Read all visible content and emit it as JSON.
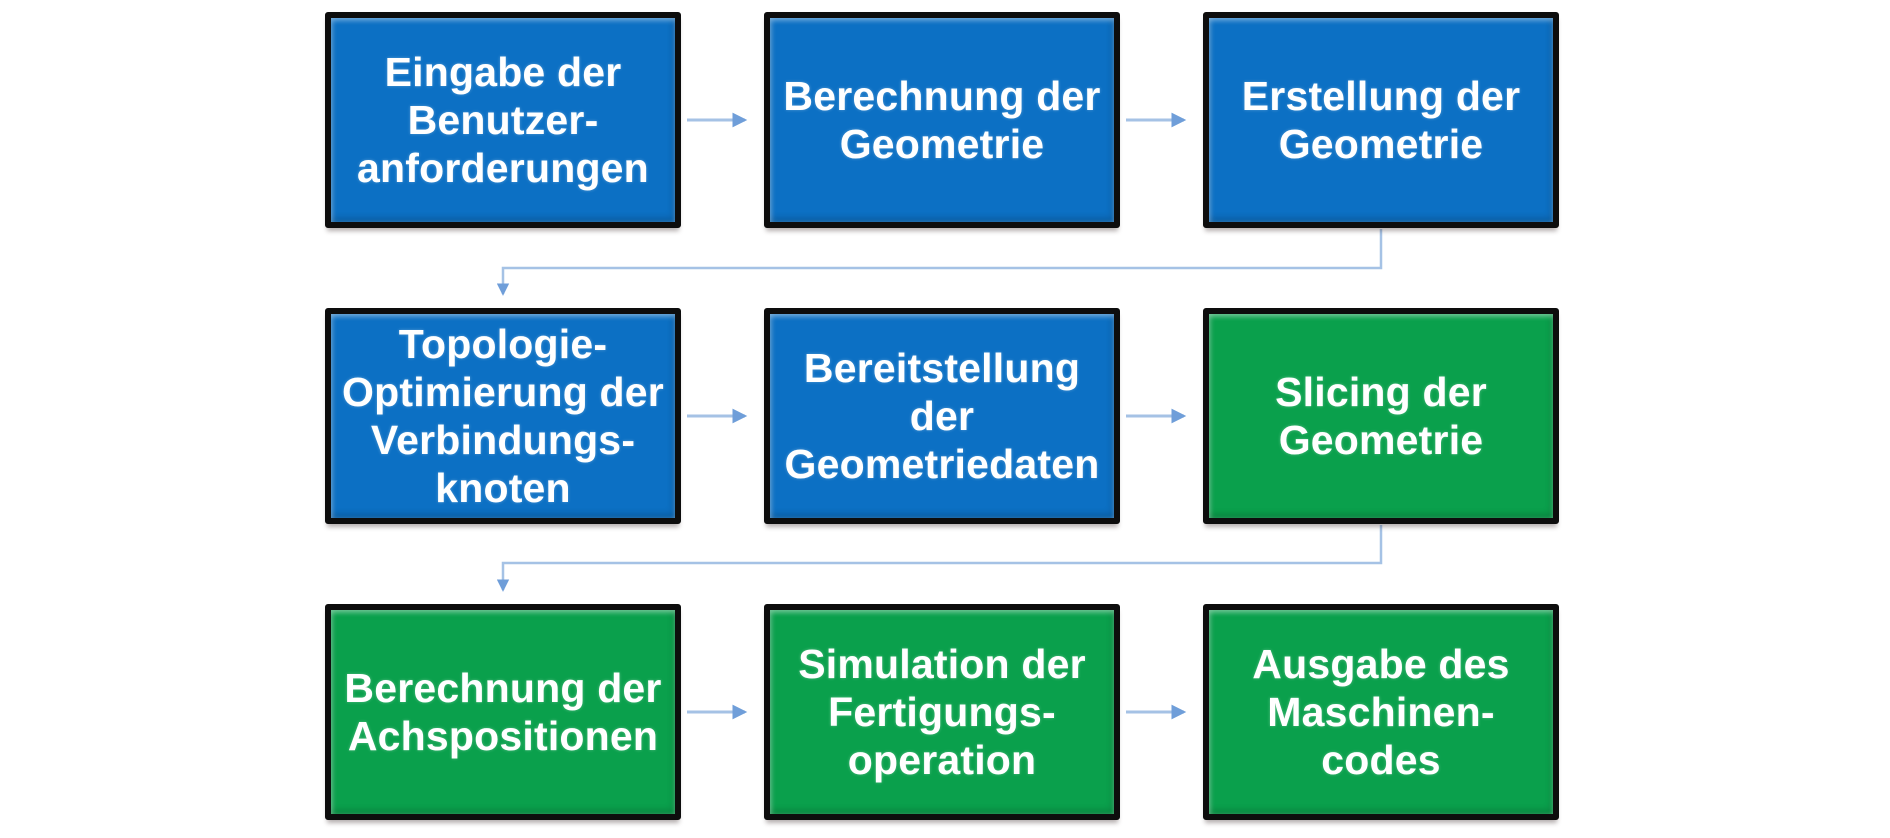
{
  "diagram": {
    "type": "flowchart",
    "language": "de",
    "palette": {
      "box_blue": "#0c70c4",
      "box_green": "#0aa04c",
      "box_border": "#0d0d0d",
      "box_text": "#ffffff",
      "connector_line": "#a5c2e5",
      "arrowhead": "#6f9ed9",
      "background": "#ffffff"
    },
    "steps": [
      {
        "id": "eingabe-benutzeranforderungen",
        "color": "box_blue",
        "row": 1,
        "col": 1,
        "lines": [
          "Eingabe der",
          "Benutzer-",
          "anforderungen"
        ]
      },
      {
        "id": "berechnung-geometrie",
        "color": "box_blue",
        "row": 1,
        "col": 2,
        "lines": [
          "Berechnung der",
          "Geometrie"
        ]
      },
      {
        "id": "erstellung-geometrie",
        "color": "box_blue",
        "row": 1,
        "col": 3,
        "lines": [
          "Erstellung der",
          "Geometrie"
        ]
      },
      {
        "id": "topologie-optimierung",
        "color": "box_blue",
        "row": 2,
        "col": 1,
        "lines": [
          "Topologie-",
          "Optimierung der",
          "Verbindungs-",
          "knoten"
        ]
      },
      {
        "id": "bereitstellung-geometriedaten",
        "color": "box_blue",
        "row": 2,
        "col": 2,
        "lines": [
          "Bereitstellung",
          "der",
          "Geometriedaten"
        ]
      },
      {
        "id": "slicing-geometrie",
        "color": "box_green",
        "row": 2,
        "col": 3,
        "lines": [
          "Slicing der",
          "Geometrie"
        ]
      },
      {
        "id": "berechnung-achspositionen",
        "color": "box_green",
        "row": 3,
        "col": 1,
        "lines": [
          "Berechnung der",
          "Achspositionen"
        ]
      },
      {
        "id": "simulation-fertigungsoperation",
        "color": "box_green",
        "row": 3,
        "col": 2,
        "lines": [
          "Simulation der",
          "Fertigungs-",
          "operation"
        ]
      },
      {
        "id": "ausgabe-maschinencodes",
        "color": "box_green",
        "row": 3,
        "col": 3,
        "lines": [
          "Ausgabe des",
          "Maschinen-",
          "codes"
        ]
      }
    ],
    "connections": [
      {
        "from": "eingabe-benutzeranforderungen",
        "to": "berechnung-geometrie",
        "style": "straight-right"
      },
      {
        "from": "berechnung-geometrie",
        "to": "erstellung-geometrie",
        "style": "straight-right"
      },
      {
        "from": "erstellung-geometrie",
        "to": "topologie-optimierung",
        "style": "elbow-down-left-down"
      },
      {
        "from": "topologie-optimierung",
        "to": "bereitstellung-geometriedaten",
        "style": "straight-right"
      },
      {
        "from": "bereitstellung-geometriedaten",
        "to": "slicing-geometrie",
        "style": "straight-right"
      },
      {
        "from": "slicing-geometrie",
        "to": "berechnung-achspositionen",
        "style": "elbow-down-left-down"
      },
      {
        "from": "berechnung-achspositionen",
        "to": "simulation-fertigungsoperation",
        "style": "straight-right"
      },
      {
        "from": "simulation-fertigungsoperation",
        "to": "ausgabe-maschinencodes",
        "style": "straight-right"
      }
    ]
  }
}
